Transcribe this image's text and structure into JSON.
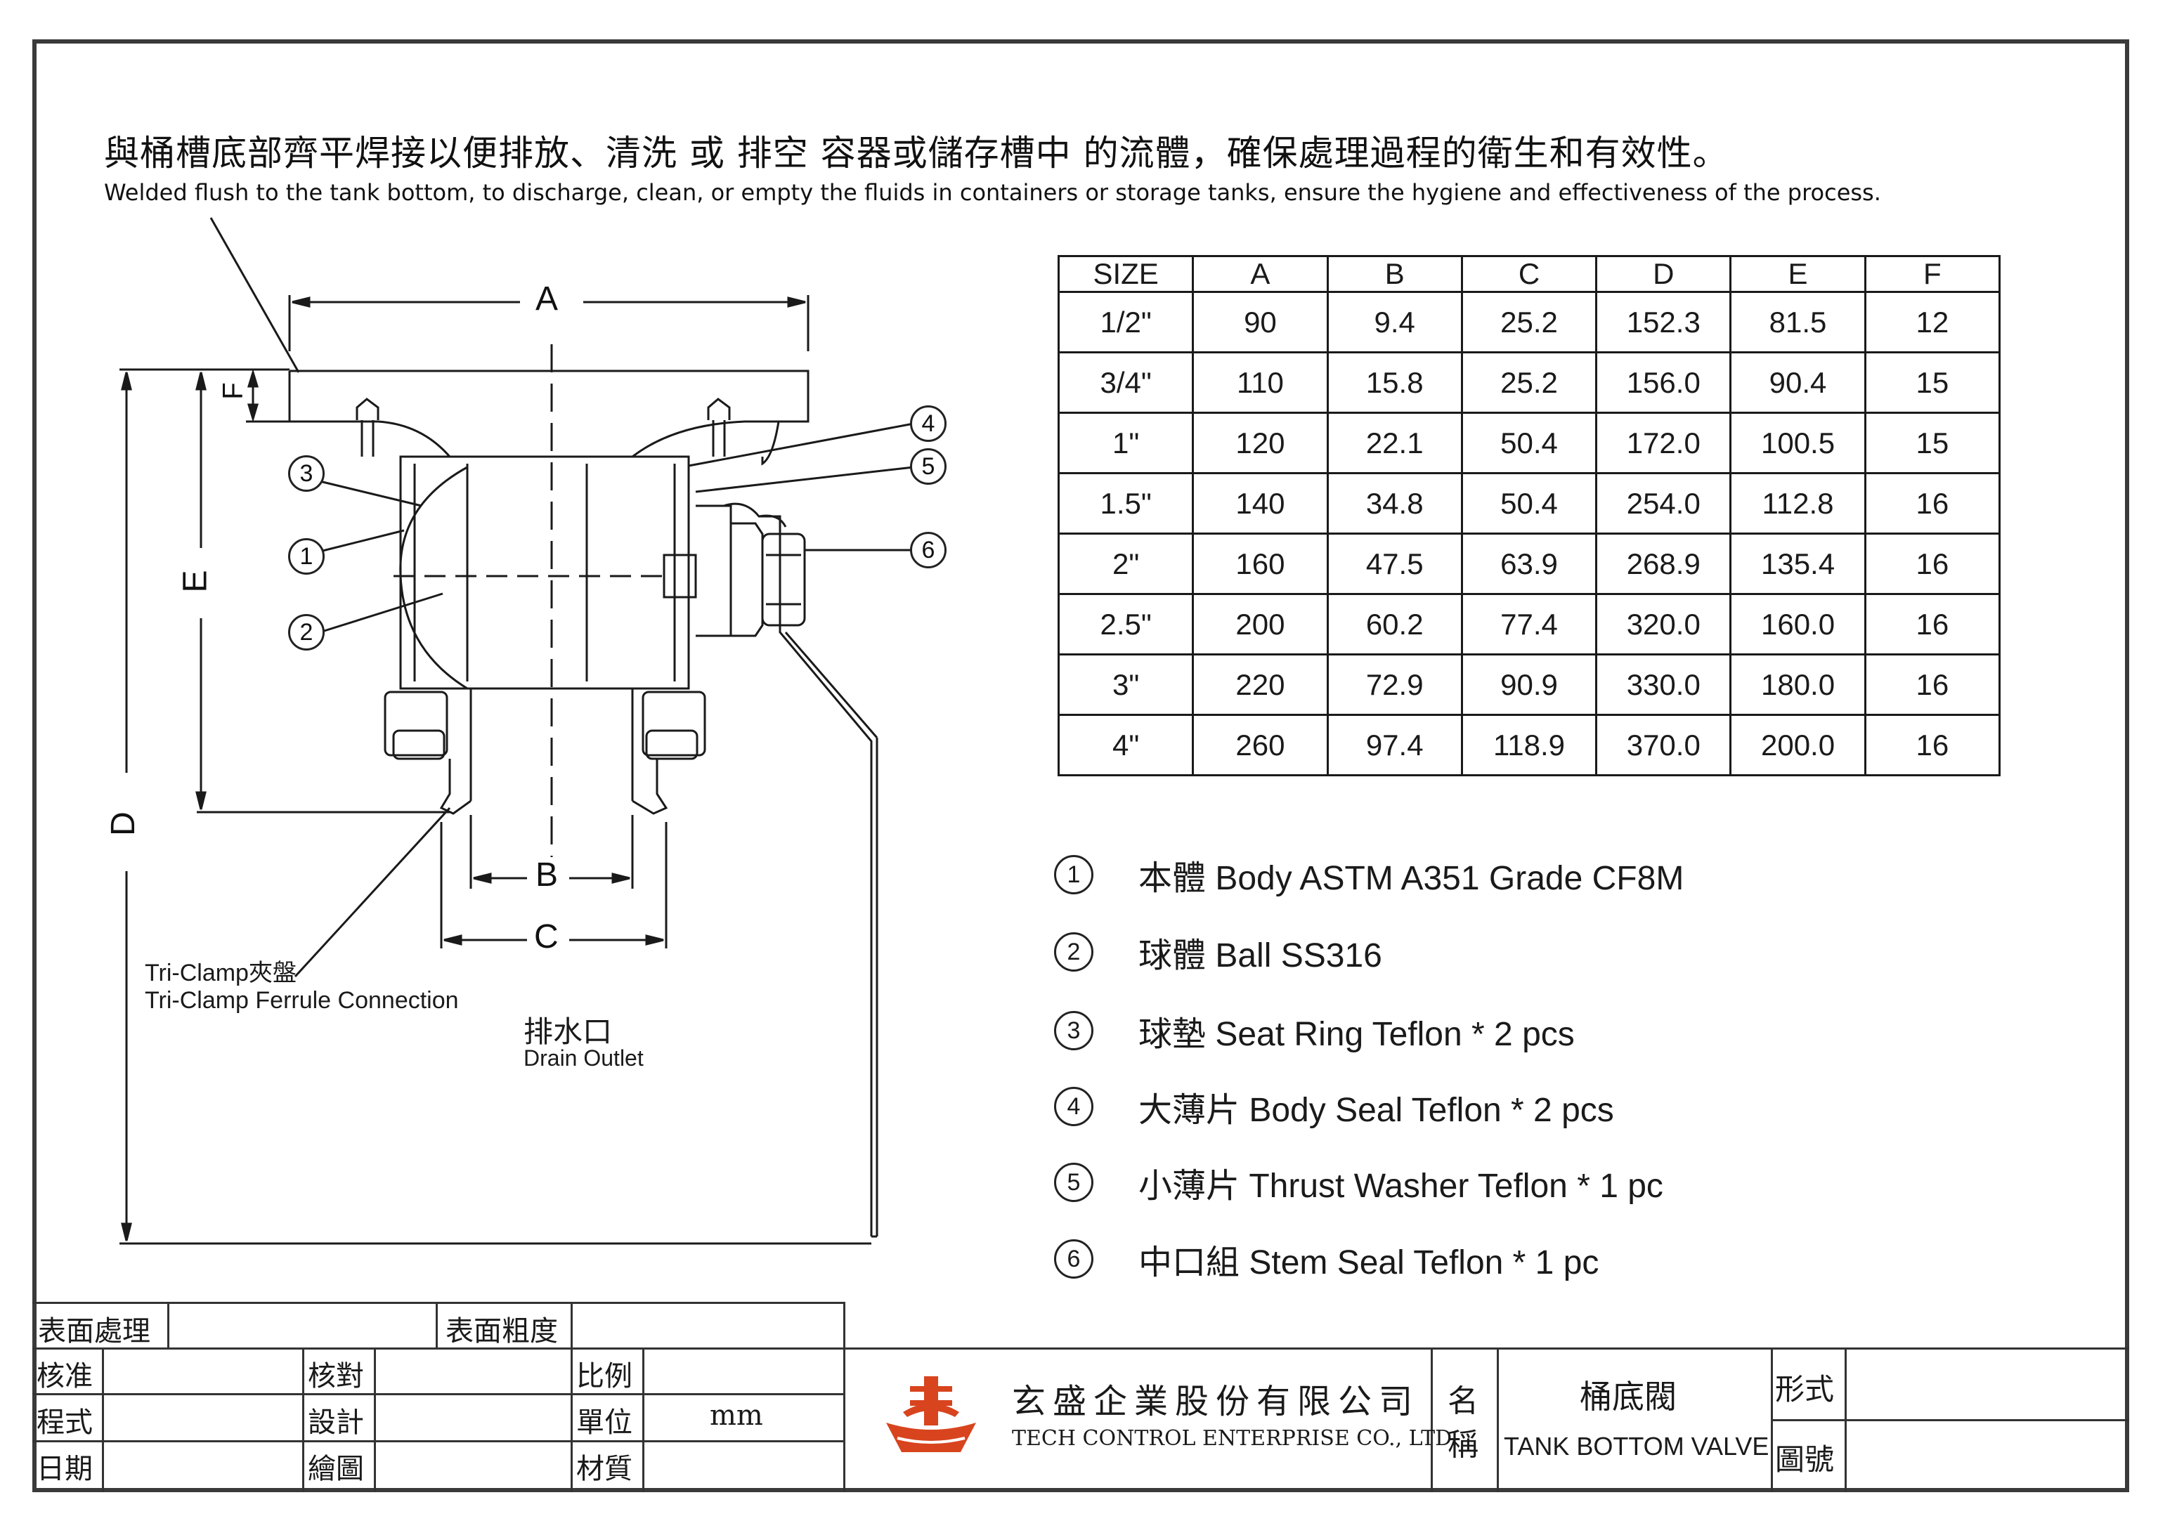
{
  "header": {
    "zh": "與桶槽底部齊平焊接以便排放、清洗 或 排空 容器或儲存槽中 的流體，確保處理過程的衛生和有效性。",
    "en": "Welded flush to the tank bottom, to discharge, clean, or empty the fluids in containers or storage tanks, ensure the hygiene and effectiveness of the process."
  },
  "table": {
    "headers": [
      "SIZE",
      "A",
      "B",
      "C",
      "D",
      "E",
      "F"
    ],
    "rows": [
      [
        "1/2\"",
        "90",
        "9.4",
        "25.2",
        "152.3",
        "81.5",
        "12"
      ],
      [
        "3/4\"",
        "110",
        "15.8",
        "25.2",
        "156.0",
        "90.4",
        "15"
      ],
      [
        "1\"",
        "120",
        "22.1",
        "50.4",
        "172.0",
        "100.5",
        "15"
      ],
      [
        "1.5\"",
        "140",
        "34.8",
        "50.4",
        "254.0",
        "112.8",
        "16"
      ],
      [
        "2\"",
        "160",
        "47.5",
        "63.9",
        "268.9",
        "135.4",
        "16"
      ],
      [
        "2.5\"",
        "200",
        "60.2",
        "77.4",
        "320.0",
        "160.0",
        "16"
      ],
      [
        "3\"",
        "220",
        "72.9",
        "90.9",
        "330.0",
        "180.0",
        "16"
      ],
      [
        "4\"",
        "260",
        "97.4",
        "118.9",
        "370.0",
        "200.0",
        "16"
      ]
    ]
  },
  "parts": [
    {
      "num": "1",
      "desc": "本體  Body  ASTM A351 Grade CF8M"
    },
    {
      "num": "2",
      "desc": "球體  Ball  SS316"
    },
    {
      "num": "3",
      "desc": "球墊  Seat Ring  Teflon  * 2 pcs"
    },
    {
      "num": "4",
      "desc": "大薄片  Body Seal  Teflon * 2 pcs"
    },
    {
      "num": "5",
      "desc": "小薄片  Thrust Washer  Teflon * 1 pc"
    },
    {
      "num": "6",
      "desc": "中口組  Stem Seal  Teflon * 1 pc"
    }
  ],
  "drawing": {
    "dims": {
      "A": "A",
      "B": "B",
      "C": "C",
      "D": "D",
      "E": "E",
      "F": "F"
    },
    "callouts": [
      "3",
      "1",
      "2",
      "4",
      "5",
      "6"
    ],
    "triclamp_zh": "Tri-Clamp夾盤",
    "triclamp_en": "Tri-Clamp Ferrule Connection",
    "drain_zh": "排水口",
    "drain_en": "Drain Outlet"
  },
  "titleblock": {
    "surface_treatment": "表面處理",
    "surface_roughness": "表面粗度",
    "approve": "核准",
    "check": "核對",
    "scale": "比例",
    "process": "程式",
    "design": "設計",
    "unit": "單位",
    "unit_value": "mm",
    "date": "日期",
    "drawing": "繪圖",
    "material": "材質",
    "company_zh": "玄盛企業股份有限公司",
    "company_en": "TECH CONTROL ENTERPRISE CO., LTD.",
    "name_label_1": "名",
    "name_label_2": "稱",
    "product_zh": "桶底閥",
    "product_en": "TANK BOTTOM VALVE",
    "form": "形式",
    "drawing_no": "圖號",
    "logo_color": "#d8441e"
  }
}
